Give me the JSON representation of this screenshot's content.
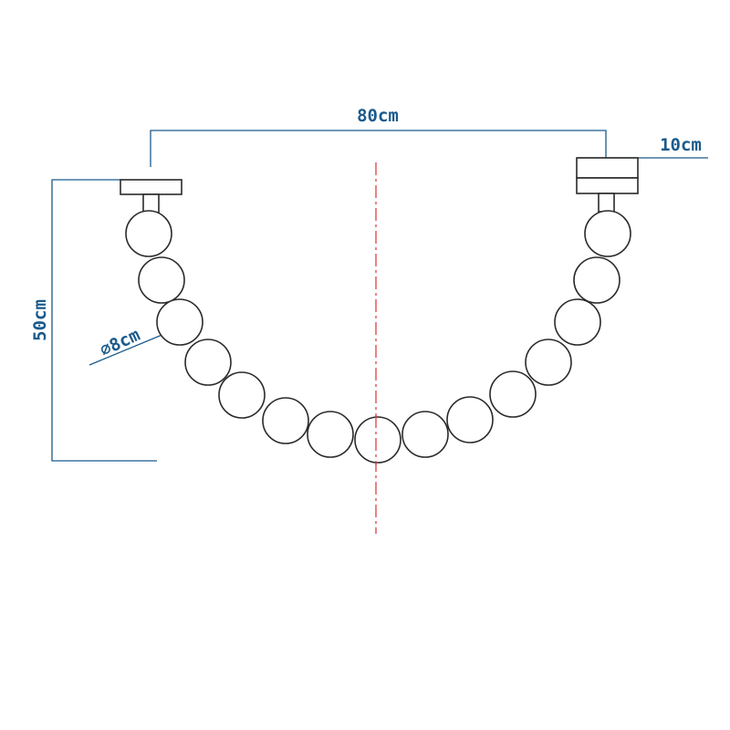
{
  "dimensions": {
    "width_label": "80cm",
    "mount_label": "10cm",
    "height_label": "50cm",
    "bead_label": "⌀8cm"
  },
  "colors": {
    "dimension": "#1a5a8c",
    "centerline": "#e04040",
    "outline": "#2a2a2a"
  }
}
